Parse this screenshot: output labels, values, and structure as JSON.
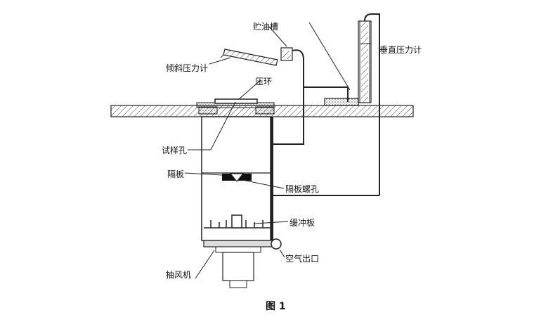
{
  "labels": {
    "oil_reservoir": "贮油槽",
    "inclined_manometer": "倾斜压力计",
    "vertical_manometer": "垂直压力计",
    "clamp_ring": "压环",
    "sample_hole": "试样孔",
    "baffle": "隔板",
    "baffle_screw_hole": "隔板螺孔",
    "buffer_plate": "缓冲板",
    "air_outlet": "空气出口",
    "exhaust_fan": "抽风机"
  },
  "caption": "图 1"
}
